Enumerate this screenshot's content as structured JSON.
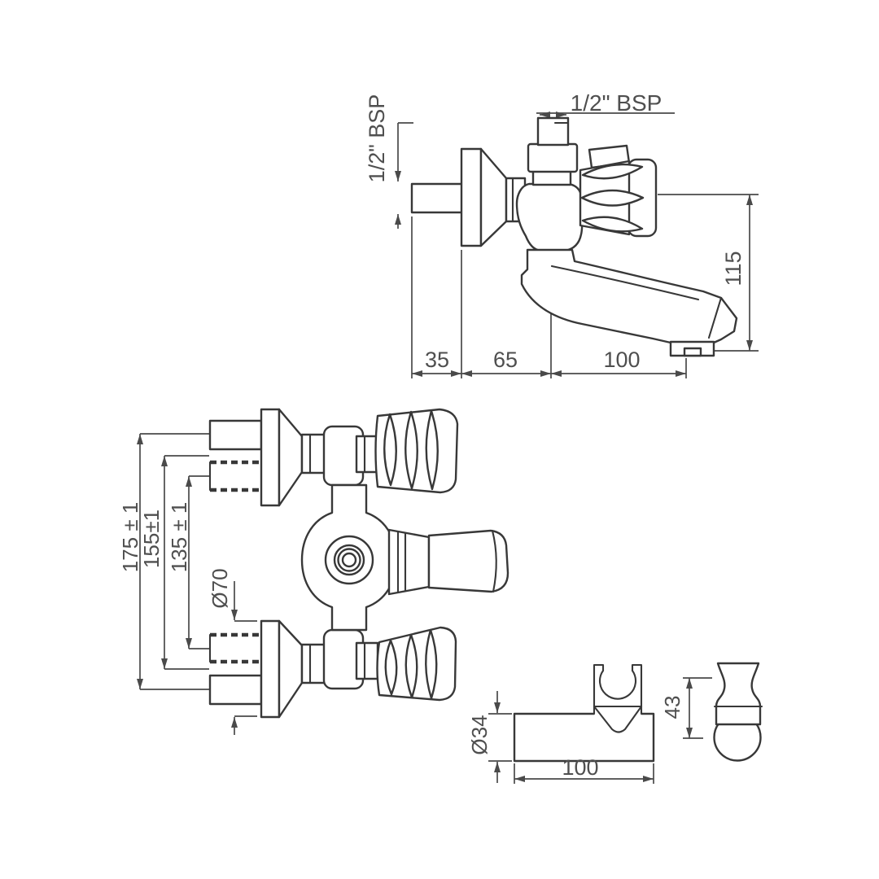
{
  "palette": {
    "background": "#ffffff",
    "object_line": "#383838",
    "dimension_line": "#4a4a4a",
    "text": "#4f4f4f"
  },
  "side_view": {
    "thread_top_label": "1/2\" BSP",
    "thread_inlet_label": "1/2\" BSP",
    "dim_wall_depth": "35",
    "dim_flange_to_center": "65",
    "dim_center_to_spout_tip": "100",
    "dim_spout_drop_height": "115"
  },
  "front_view": {
    "dim_leg_span_outer": "175 ± 1",
    "dim_leg_span_mid": "155±1",
    "dim_leg_span_inner": "135 ± 1",
    "dim_flange_diameter": "Ø70"
  },
  "bracket_view": {
    "dim_cradle_diameter": "Ø34",
    "dim_bracket_width": "100",
    "dim_bracket_height": "43"
  }
}
